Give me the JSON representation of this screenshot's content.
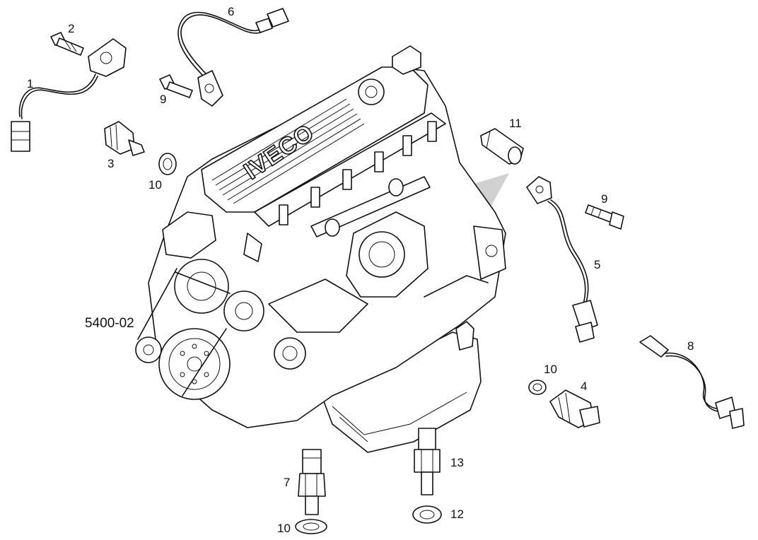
{
  "diagram": {
    "reference_code": "5400-02",
    "brand_mark": "IVECO",
    "callouts": [
      {
        "id": "c1",
        "label": "1"
      },
      {
        "id": "c2",
        "label": "2"
      },
      {
        "id": "c3",
        "label": "3"
      },
      {
        "id": "c4",
        "label": "4"
      },
      {
        "id": "c5",
        "label": "5"
      },
      {
        "id": "c6",
        "label": "6"
      },
      {
        "id": "c7",
        "label": "7"
      },
      {
        "id": "c8",
        "label": "8"
      },
      {
        "id": "c9a",
        "label": "9"
      },
      {
        "id": "c9b",
        "label": "9"
      },
      {
        "id": "c10a",
        "label": "10"
      },
      {
        "id": "c10b",
        "label": "10"
      },
      {
        "id": "c10c",
        "label": "10"
      },
      {
        "id": "c11",
        "label": "11"
      },
      {
        "id": "c12",
        "label": "12"
      },
      {
        "id": "c13",
        "label": "13"
      }
    ],
    "colors": {
      "line": "#111111",
      "watermark": "#c9c9c9",
      "background": "#ffffff"
    }
  }
}
